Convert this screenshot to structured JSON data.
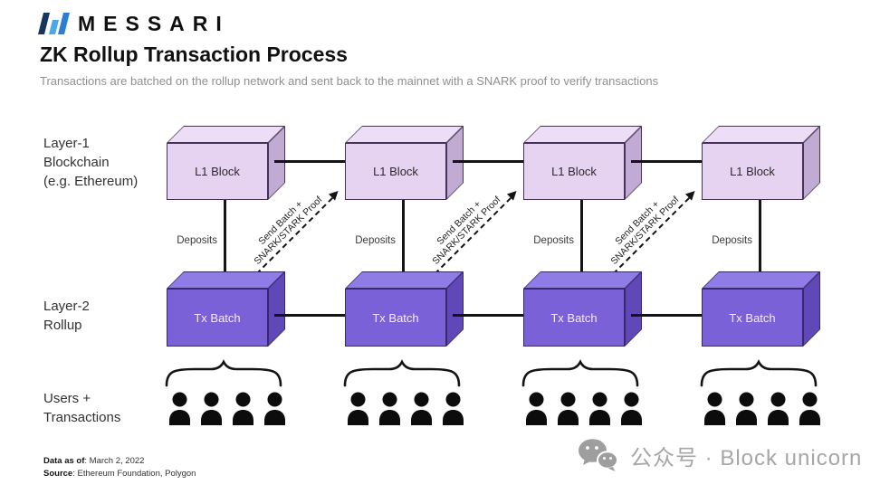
{
  "header": {
    "brand": "MESSARI",
    "title": "ZK Rollup Transaction Process",
    "subtitle": "Transactions are batched on the rollup network and sent back to the mainnet with a SNARK proof to verify transactions"
  },
  "row_labels": {
    "layer1_line1": "Layer-1",
    "layer1_line2": "Blockchain",
    "layer1_line3": "(e.g. Ethereum)",
    "layer2_line1": "Layer-2",
    "layer2_line2": "Rollup",
    "users_line1": "Users +",
    "users_line2": "Transactions"
  },
  "diagram": {
    "l1_block_label": "L1 Block",
    "tx_batch_label": "Tx Batch",
    "deposits_label": "Deposits",
    "send_batch_line1": "Send Batch +",
    "send_batch_line2": "SNARK/STARK Proof",
    "column_count": 4,
    "users_per_group": 4
  },
  "colors": {
    "l1_block_front": "#e6d2f1",
    "l1_block_side": "#c2abd3",
    "tx_batch_front": "#7a61d8",
    "tx_batch_side": "#6148b8",
    "messari_blue": "#2d7dd2",
    "messari_navy": "#16365f",
    "arrow_black": "#141414",
    "watermark_gray": "#a6a6a6"
  },
  "footer": {
    "data_as_of_label": "Data as of",
    "data_as_of_value": ": March 2, 2022",
    "source_label": "Source",
    "source_value": ": Ethereum Foundation, Polygon"
  },
  "watermark": {
    "text": "公众号 · Block unicorn"
  }
}
